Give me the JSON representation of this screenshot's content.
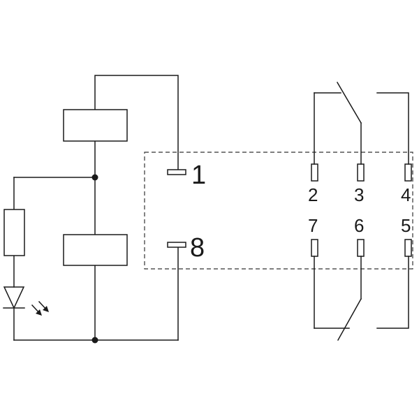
{
  "terminals": {
    "coil_top": "1",
    "coil_bottom": "8",
    "upper_row": [
      "2",
      "3",
      "4"
    ],
    "lower_row": [
      "7",
      "6",
      "5"
    ]
  },
  "icons": {
    "led": "led-icon",
    "resistor": "resistor-icon",
    "coil": "coil-icon"
  }
}
